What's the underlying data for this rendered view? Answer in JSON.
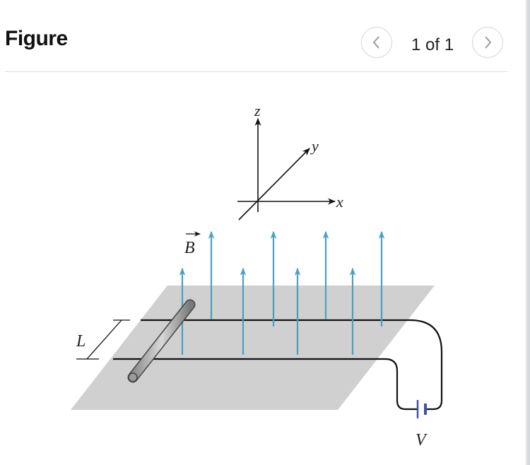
{
  "header": {
    "title": "Figure",
    "pager": "1 of 1"
  },
  "icons": {
    "prev": "chevron-left-icon",
    "next": "chevron-right-icon"
  },
  "diagram": {
    "axis_z": "z",
    "axis_y": "y",
    "axis_x": "x",
    "field_label": "B",
    "length_label": "L",
    "voltage_label": "V"
  },
  "colors": {
    "field_arrows": "#4a9fc4",
    "plane": "#d0d0d0",
    "battery": "#3a55a8"
  }
}
